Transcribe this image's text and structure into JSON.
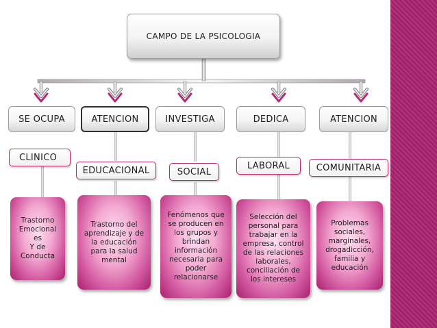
{
  "root": {
    "label": "CAMPO DE LA PSICOLOGIA"
  },
  "categories": [
    {
      "label": "SE OCUPA",
      "sublabel": "CLINICO",
      "description": "Trastorno\nEmocional\nes\nY de\nConducta"
    },
    {
      "label": "ATENCION",
      "sublabel": "EDUCACIONAL",
      "description": "Trastorno del\naprendizaje y de\nla educación\npara la salud\nmental"
    },
    {
      "label": "INVESTIGA",
      "sublabel": "SOCIAL",
      "description": "Fenómenos que\nse producen en\nlos grupos y\nbrindan\ninformación\nnecesaria para\npoder\nrelacionarse"
    },
    {
      "label": "DEDICA",
      "sublabel": "LABORAL",
      "description": "Selección del\npersonal para\ntrabajar en la\nempresa, control\nde las relaciones\nlaborales,\nconciliación de\nlos intereses"
    },
    {
      "label": "ATENCION",
      "sublabel": "COMUNITARIA",
      "description": "Problemas\nsociales,\nmarginales,\ndrogadicción,\nfamilia y\neducación"
    }
  ],
  "colors": {
    "accent": "#a3206a",
    "box_border": "#b32a77"
  }
}
